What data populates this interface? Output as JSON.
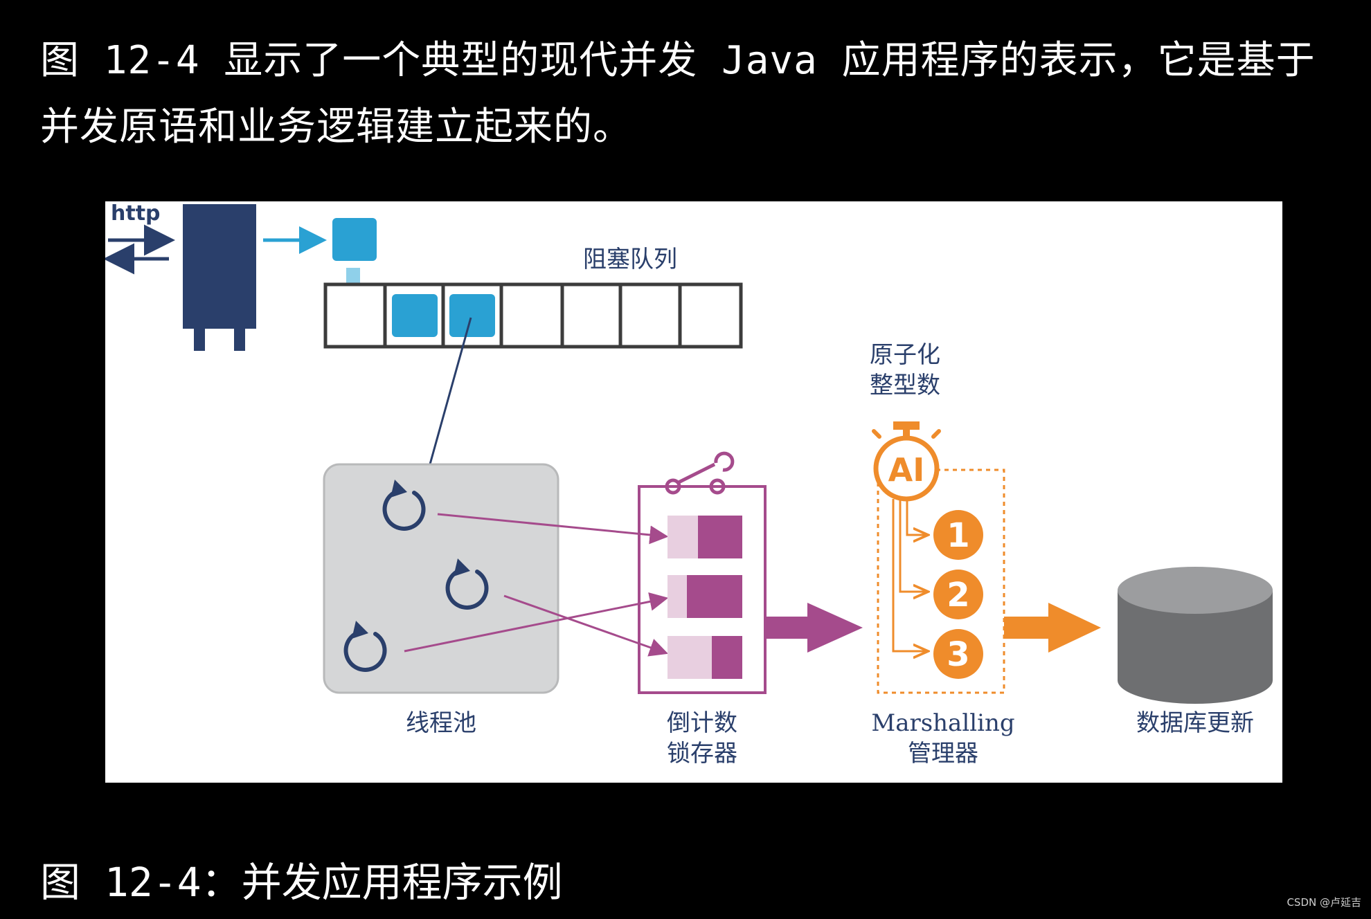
{
  "intro_text": "图 12-4 显示了一个典型的现代并发 Java 应用程序的表示，它是基于并发原语和业务逻辑建立起来的。",
  "diagram": {
    "http_label": "http",
    "blocking_queue_label": "阻塞队列",
    "atomic_int_label_line1": "原子化",
    "atomic_int_label_line2": "整型数",
    "atomic_badge": "AI",
    "worker_numbers": [
      "1",
      "2",
      "3"
    ],
    "thread_pool_label": "线程池",
    "latch_label_line1": "倒计数",
    "latch_label_line2": "锁存器",
    "marshalling_label_line1": "Marshalling",
    "marshalling_label_line2": "管理器",
    "db_label": "数据库更新"
  },
  "colors": {
    "navy": "#2a3f6b",
    "sky": "#2aa1d3",
    "magenta": "#a54b8c",
    "pink_light": "#e8cfe0",
    "orange": "#ef8c2b",
    "pool_gray": "#d5d6d7",
    "db_gray": "#7a7b7d"
  },
  "caption": "图 12-4：并发应用程序示例",
  "watermark": "CSDN @卢延吉"
}
